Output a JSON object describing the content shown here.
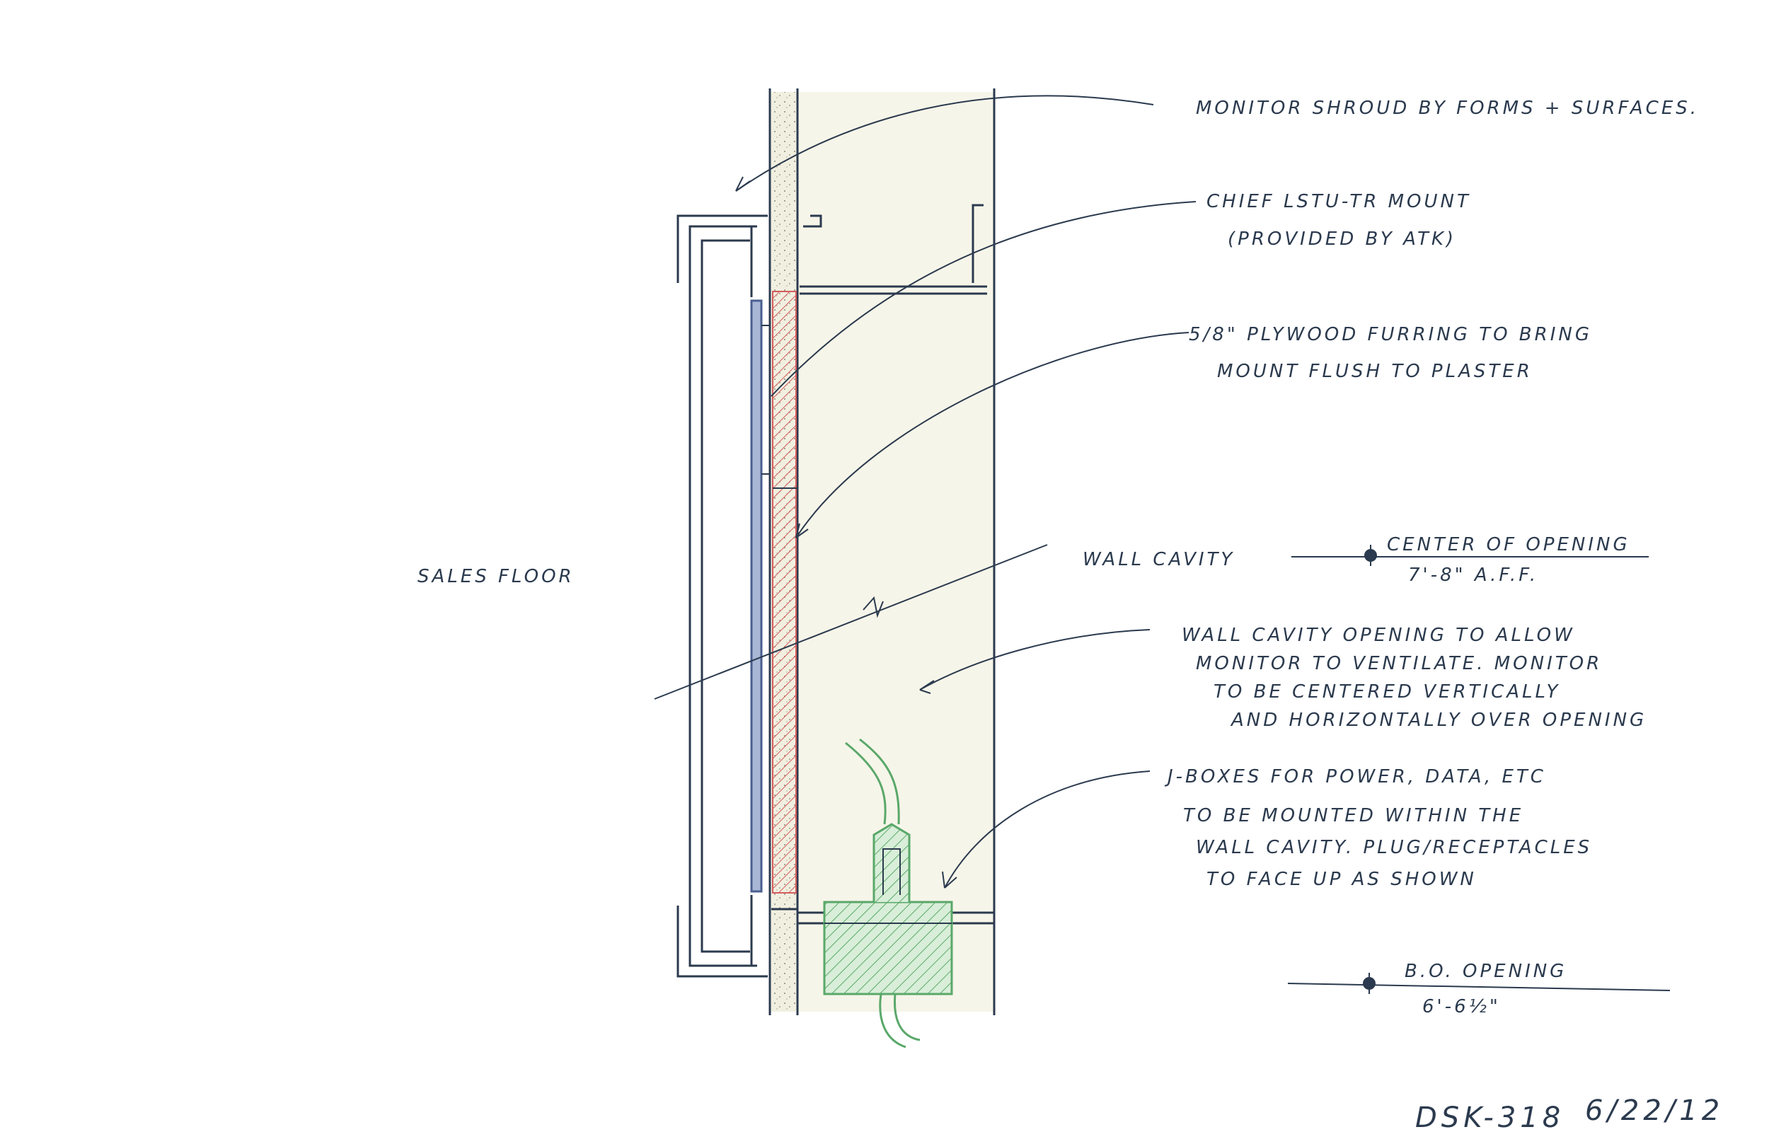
{
  "notes": {
    "monitor_shroud": "MONITOR SHROUD BY FORMS + SURFACES.",
    "mount_line1": "CHIEF LSTU-TR MOUNT",
    "mount_line2": "(PROVIDED BY ATK)",
    "furring_line1": "5/8\" PLYWOOD FURRING TO BRING",
    "furring_line2": "MOUNT FLUSH TO PLASTER",
    "sales_floor": "SALES FLOOR",
    "wall_cavity": "WALL CAVITY",
    "center_of_opening": "CENTER OF OPENING",
    "center_elevation": "7'-8\" A.F.F.",
    "opening_line1": "WALL CAVITY OPENING TO ALLOW",
    "opening_line2": "MONITOR TO VENTILATE. MONITOR",
    "opening_line3": "TO BE CENTERED VERTICALLY",
    "opening_line4": "AND HORIZONTALLY OVER OPENING",
    "jbox_line1": "J-BOXES FOR POWER, DATA, ETC",
    "jbox_line2": "TO BE MOUNTED WITHIN THE",
    "jbox_line3": "WALL CAVITY. PLUG/RECEPTACLES",
    "jbox_line4": "TO FACE UP AS SHOWN",
    "bottom_of_opening": "B.O. OPENING",
    "bottom_elevation": "6'-6½\"",
    "sheet_number": "DSK-318",
    "date": "6/22/12"
  },
  "colors": {
    "ink": "#2b3a4e",
    "plaster_fill": "#eeedd9",
    "plywood_red": "#d45c5c",
    "monitor_blue": "#4a5f8f",
    "jbox_green": "#5aa86a",
    "jbox_fill": "#cfe8cf"
  }
}
